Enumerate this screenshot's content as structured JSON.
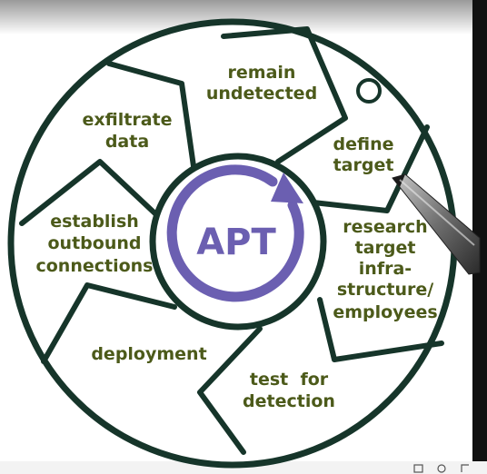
{
  "center": {
    "label": "APT",
    "ring_color": "#6b5fb1"
  },
  "stages": [
    {
      "id": "remain-undetected",
      "lines": [
        "remain",
        "undetected"
      ]
    },
    {
      "id": "define-target",
      "lines": [
        "define",
        "target"
      ]
    },
    {
      "id": "research-target",
      "lines": [
        "research",
        "target",
        "infra-",
        "structure/",
        "employees"
      ]
    },
    {
      "id": "test-for-detection",
      "lines": [
        "test  for",
        "detection"
      ]
    },
    {
      "id": "deployment",
      "lines": [
        "deployment"
      ]
    },
    {
      "id": "establish-outbound",
      "lines": [
        "establish",
        "outbound",
        "connections"
      ]
    },
    {
      "id": "exfiltrate-data",
      "lines": [
        "exfiltrate",
        "data"
      ]
    }
  ],
  "colors": {
    "text": "#4c5a1a",
    "stroke": "#16352a",
    "accent": "#6b5fb1"
  },
  "icons": [
    "pen-icon",
    "cycle-arrow-icon"
  ]
}
